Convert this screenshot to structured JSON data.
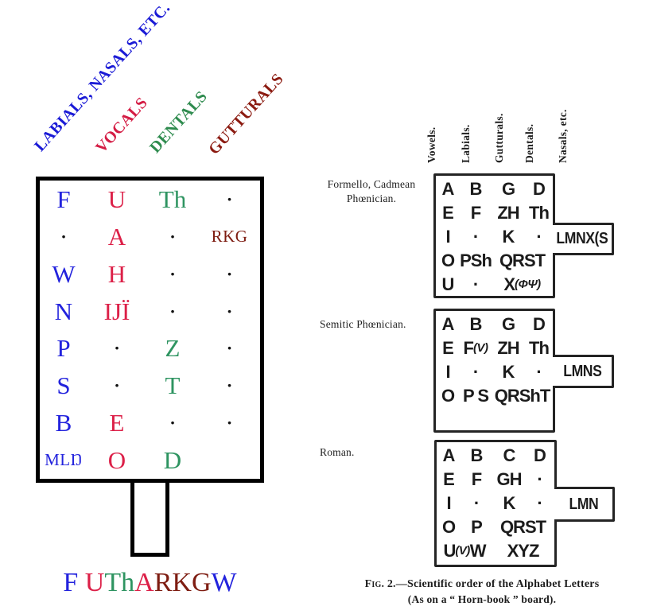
{
  "left_chart": {
    "palette": {
      "blue": "#2323dd",
      "red": "#dc2048",
      "green": "#2e9461",
      "maroon": "#7e1d12",
      "black": "#111111"
    },
    "column_headers": [
      {
        "label": "LABIALS, NASALS, ETC.",
        "color": "#1a1ad6"
      },
      {
        "label": "VOCALS",
        "color": "#d41c44"
      },
      {
        "label": "DENTALS",
        "color": "#2e8b4e"
      },
      {
        "label": "GUTTURALS",
        "color": "#8b1a10"
      }
    ],
    "rows": [
      [
        {
          "t": "F",
          "c": "blue"
        },
        {
          "t": "U",
          "c": "red"
        },
        {
          "t": "Th",
          "c": "green"
        },
        {
          "t": "·",
          "c": "black"
        }
      ],
      [
        {
          "t": "·",
          "c": "black"
        },
        {
          "t": "A",
          "c": "red"
        },
        {
          "t": "·",
          "c": "black"
        },
        {
          "t": "RKG",
          "c": "maroon",
          "sm": true
        }
      ],
      [
        {
          "t": "W",
          "c": "blue"
        },
        {
          "t": "H",
          "c": "red"
        },
        {
          "t": "·",
          "c": "black"
        },
        {
          "t": "·",
          "c": "black"
        }
      ],
      [
        {
          "t": "N",
          "c": "blue"
        },
        {
          "t": "IJÏ",
          "c": "red"
        },
        {
          "t": "·",
          "c": "black"
        },
        {
          "t": "·",
          "c": "black"
        }
      ],
      [
        {
          "t": "P",
          "c": "blue"
        },
        {
          "t": "·",
          "c": "black"
        },
        {
          "t": "Z",
          "c": "green"
        },
        {
          "t": "·",
          "c": "black"
        }
      ],
      [
        {
          "t": "S",
          "c": "blue"
        },
        {
          "t": "·",
          "c": "black"
        },
        {
          "t": "T",
          "c": "green"
        },
        {
          "t": "·",
          "c": "black"
        }
      ],
      [
        {
          "t": "B",
          "c": "blue"
        },
        {
          "t": "E",
          "c": "red"
        },
        {
          "t": "·",
          "c": "black"
        },
        {
          "t": "·",
          "c": "black"
        }
      ],
      [
        {
          "t": "MLŊ",
          "c": "blue",
          "sm": true
        },
        {
          "t": "O",
          "c": "red"
        },
        {
          "t": "D",
          "c": "green"
        },
        {
          "t": "",
          "c": "black"
        }
      ]
    ],
    "futhark": [
      {
        "t": "F ",
        "c": "blue"
      },
      {
        "t": "U",
        "c": "red"
      },
      {
        "t": "Th",
        "c": "green"
      },
      {
        "t": "A",
        "c": "red"
      },
      {
        "t": "R",
        "c": "maroon"
      },
      {
        "t": "K",
        "c": "maroon"
      },
      {
        "t": "G",
        "c": "maroon"
      },
      {
        "t": "W",
        "c": "blue"
      }
    ]
  },
  "right_figure": {
    "column_headers": [
      "Vowels.",
      "Labials.",
      "Gutturals.",
      "Dentals.",
      "Nasals, etc."
    ],
    "boxes": [
      {
        "label_lines": [
          "Formello, Cadmean",
          "Phœnician."
        ],
        "rows": [
          [
            {
              "t": "A"
            },
            {
              "t": "B"
            },
            {
              "t": "G"
            },
            {
              "t": "D"
            }
          ],
          [
            {
              "t": "E"
            },
            {
              "t": "F"
            },
            {
              "t": "ZH"
            },
            {
              "t": "Th"
            }
          ],
          [
            {
              "t": "I"
            },
            {
              "t": "·"
            },
            {
              "t": "K"
            },
            {
              "t": "·"
            }
          ],
          [
            {
              "t": "O"
            },
            {
              "t": "PSh"
            },
            {
              "t": "QRST",
              "s": 2
            }
          ],
          [
            {
              "t": "U"
            },
            {
              "t": "·"
            },
            {
              "t": "X(ΦΨ)",
              "s": 2
            }
          ]
        ],
        "tab": "LMNX(S"
      },
      {
        "label_lines": [
          "Semitic Phœnician."
        ],
        "rows": [
          [
            {
              "t": "A"
            },
            {
              "t": "B"
            },
            {
              "t": "G"
            },
            {
              "t": "D"
            }
          ],
          [
            {
              "t": "E"
            },
            {
              "t": "F(V)"
            },
            {
              "t": "ZH"
            },
            {
              "t": "Th"
            }
          ],
          [
            {
              "t": "I"
            },
            {
              "t": "·"
            },
            {
              "t": "K"
            },
            {
              "t": "·"
            }
          ],
          [
            {
              "t": "O"
            },
            {
              "t": "P S"
            },
            {
              "t": "QRShT",
              "s": 2
            }
          ]
        ],
        "tab": "LMNS"
      },
      {
        "label_lines": [
          "Roman."
        ],
        "rows": [
          [
            {
              "t": "A"
            },
            {
              "t": "B"
            },
            {
              "t": "C"
            },
            {
              "t": "D"
            }
          ],
          [
            {
              "t": "E"
            },
            {
              "t": "F"
            },
            {
              "t": "GH"
            },
            {
              "t": "·"
            }
          ],
          [
            {
              "t": "I"
            },
            {
              "t": "·"
            },
            {
              "t": "K"
            },
            {
              "t": "·"
            }
          ],
          [
            {
              "t": "O"
            },
            {
              "t": "P"
            },
            {
              "t": "QRST",
              "s": 2
            }
          ],
          [
            {
              "t": "U(V)W",
              "s": 2
            },
            {
              "t": "XYZ",
              "s": 2
            }
          ]
        ],
        "tab": "LMN"
      }
    ],
    "caption": {
      "fig_label": "Fig. 2.",
      "dash": "—",
      "text": "Scientific order of the Alphabet Letters",
      "line2": "(As on a “ Horn-book ” board)."
    }
  }
}
